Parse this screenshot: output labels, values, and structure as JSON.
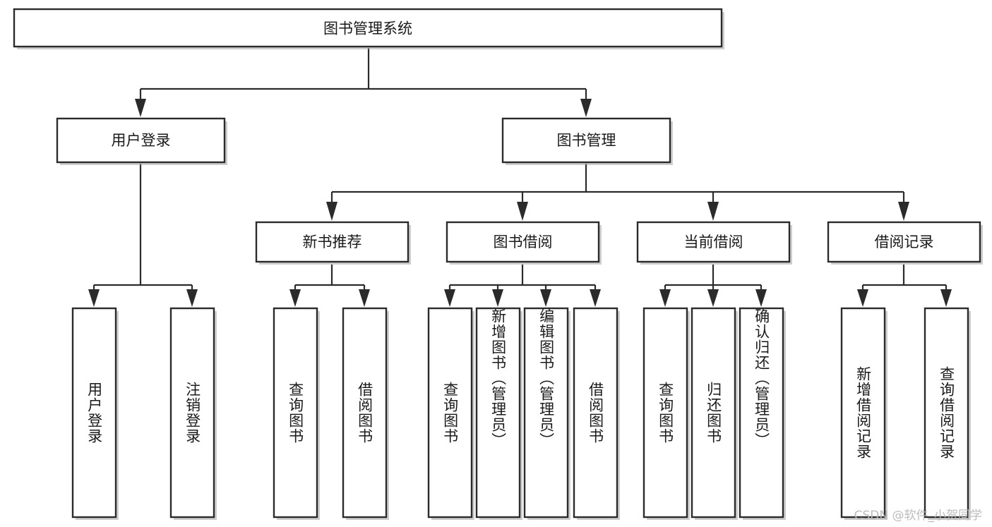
{
  "diagram": {
    "type": "tree-hierarchy",
    "title": "图书管理系统",
    "orientation": "top-down",
    "colors": {
      "box_fill": "#ffffff",
      "box_stroke": "#2b2b2b",
      "connector": "#2b2b2b",
      "text": "#1a1a1a",
      "watermark": "#b9b9b9",
      "background": "#ffffff"
    },
    "root": {
      "label": "图书管理系统"
    },
    "level2": [
      {
        "label": "用户登录"
      },
      {
        "label": "图书管理"
      }
    ],
    "level3": [
      {
        "label": "新书推荐"
      },
      {
        "label": "图书借阅"
      },
      {
        "label": "当前借阅"
      },
      {
        "label": "借阅记录"
      }
    ],
    "leaves": {
      "user_login": [
        {
          "label": "用户登录"
        },
        {
          "label": "注销登录"
        }
      ],
      "new_book_recommend": [
        {
          "label": "查询图书"
        },
        {
          "label": "借阅图书"
        }
      ],
      "book_borrow": [
        {
          "label": "查询图书"
        },
        {
          "label": "新增图书（管理员）"
        },
        {
          "label": "编辑图书（管理员）"
        },
        {
          "label": "借阅图书"
        }
      ],
      "current_borrow": [
        {
          "label": "查询图书"
        },
        {
          "label": "归还图书"
        },
        {
          "label": "确认归还（管理员）"
        }
      ],
      "borrow_records": [
        {
          "label": "新增借阅记录"
        },
        {
          "label": "查询借阅记录"
        }
      ]
    },
    "watermark": "CSDN @软件_小贺同学"
  }
}
